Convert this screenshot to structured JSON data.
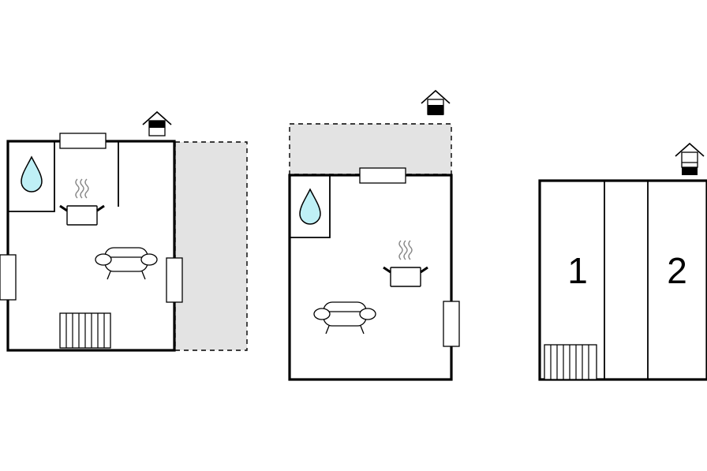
{
  "floorplans": [
    {
      "rooms": [
        "bathroom",
        "kitchen",
        "living-area",
        "terrace"
      ],
      "icons": [
        "house-level-icon",
        "water-drop-icon",
        "cooking-pot-icon",
        "sofa-icon",
        "staircase-icon",
        "window-icon"
      ]
    },
    {
      "rooms": [
        "bathroom",
        "kitchen",
        "living-area",
        "terrace"
      ],
      "icons": [
        "house-level-icon",
        "water-drop-icon",
        "cooking-pot-icon",
        "sofa-icon",
        "window-icon"
      ]
    },
    {
      "rooms": [
        "bedroom",
        "bedroom"
      ],
      "labels": [
        "1",
        "2"
      ],
      "icons": [
        "house-level-icon",
        "staircase-icon"
      ]
    }
  ],
  "colors": {
    "wall": "#000000",
    "terrace_fill": "#e3e3e3",
    "water": "#bff0f6",
    "steam": "#888888",
    "house_level_fill": "#000000"
  }
}
